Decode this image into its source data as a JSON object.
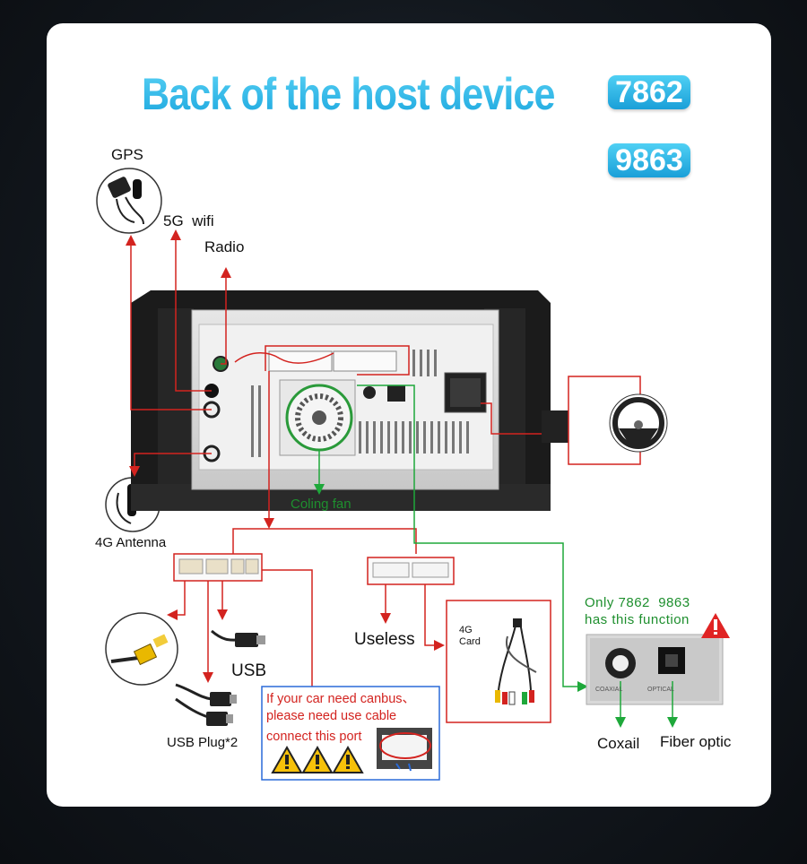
{
  "title": "Back of the host device",
  "models": [
    "7862",
    "9863"
  ],
  "labels": {
    "gps": "GPS",
    "wifi": "5G  wifi",
    "radio": "Radio",
    "antenna_4g": "4G Antenna",
    "cooling_fan": "Coling fan",
    "useless": "Useless",
    "usb": "USB",
    "usb_plug": "USB Plug*2",
    "card_4g": "4G\nCard",
    "coaxial": "Coxail",
    "fiber_optic": "Fiber optic",
    "panel_coaxial": "COAXIAL",
    "panel_optical": "OPTICAL"
  },
  "function_note": {
    "line1": "Only 7862  9863",
    "line2": "has this function"
  },
  "canbus_note": {
    "line1": "If your car need canbus、",
    "line2": "please need use cable",
    "line3": "connect this port"
  },
  "colors": {
    "title_blue": "#2fb8e8",
    "arrow_red": "#d3231f",
    "arrow_green": "#1ea83a",
    "warning_yellow": "#f6c10a"
  }
}
